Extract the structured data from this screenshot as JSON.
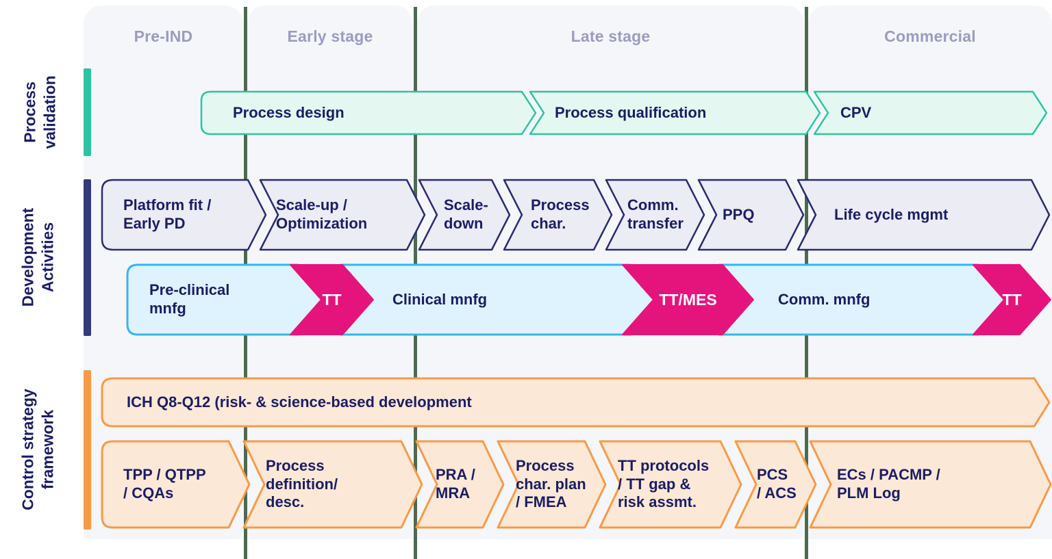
{
  "stages": [
    "Pre-IND",
    "Early stage",
    "Late stage",
    "Commercial"
  ],
  "side_labels": {
    "process_validation": "Process\nvalidation",
    "development_activities": "Development\nActivities",
    "control_strategy": "Control strategy\nframework"
  },
  "process_validation": {
    "segments": [
      "Process design",
      "Process qualification",
      "CPV"
    ]
  },
  "development_activities": {
    "pipeline": [
      "Platform fit /\nEarly PD",
      "Scale-up /\nOptimization",
      "Scale-\ndown",
      "Process\nchar.",
      "Comm.\ntransfer",
      "PPQ",
      "Life cycle mgmt"
    ],
    "manufacturing": [
      "Pre-clinical\nmnfg",
      "TT",
      "Clinical mnfg",
      "TT/MES",
      "Comm. mnfg",
      "TT"
    ]
  },
  "control_strategy": {
    "ich_banner": "ICH Q8-Q12 (risk- & science-based development",
    "segments": [
      "TPP / QTPP\n/ CQAs",
      "Process\ndefinition/\ndesc.",
      "PRA /\nMRA",
      "Process\nchar. plan\n/ FMEA",
      "TT protocols\n/ TT gap &\nrisk assmt.",
      "PCS\n/ ACS",
      "ECs / PACMP /\nPLM Log"
    ]
  },
  "colors": {
    "teal_border": "#2bc4a2",
    "teal_fill": "#e4f8f1",
    "navy_border": "#292c6e",
    "navy_fill": "#ebecf4",
    "blue_border": "#3ab4e9",
    "blue_fill": "#def3fd",
    "pink": "#e5147c",
    "orange_border": "#f79a47",
    "orange_fill": "#fce8d6",
    "divider_green": "#4a6b4f",
    "panel_bg": "#f5f6f9",
    "stage_header_text": "#9b9cbe",
    "text_navy": "#1b1d63",
    "bar_navy": "#34387e"
  }
}
